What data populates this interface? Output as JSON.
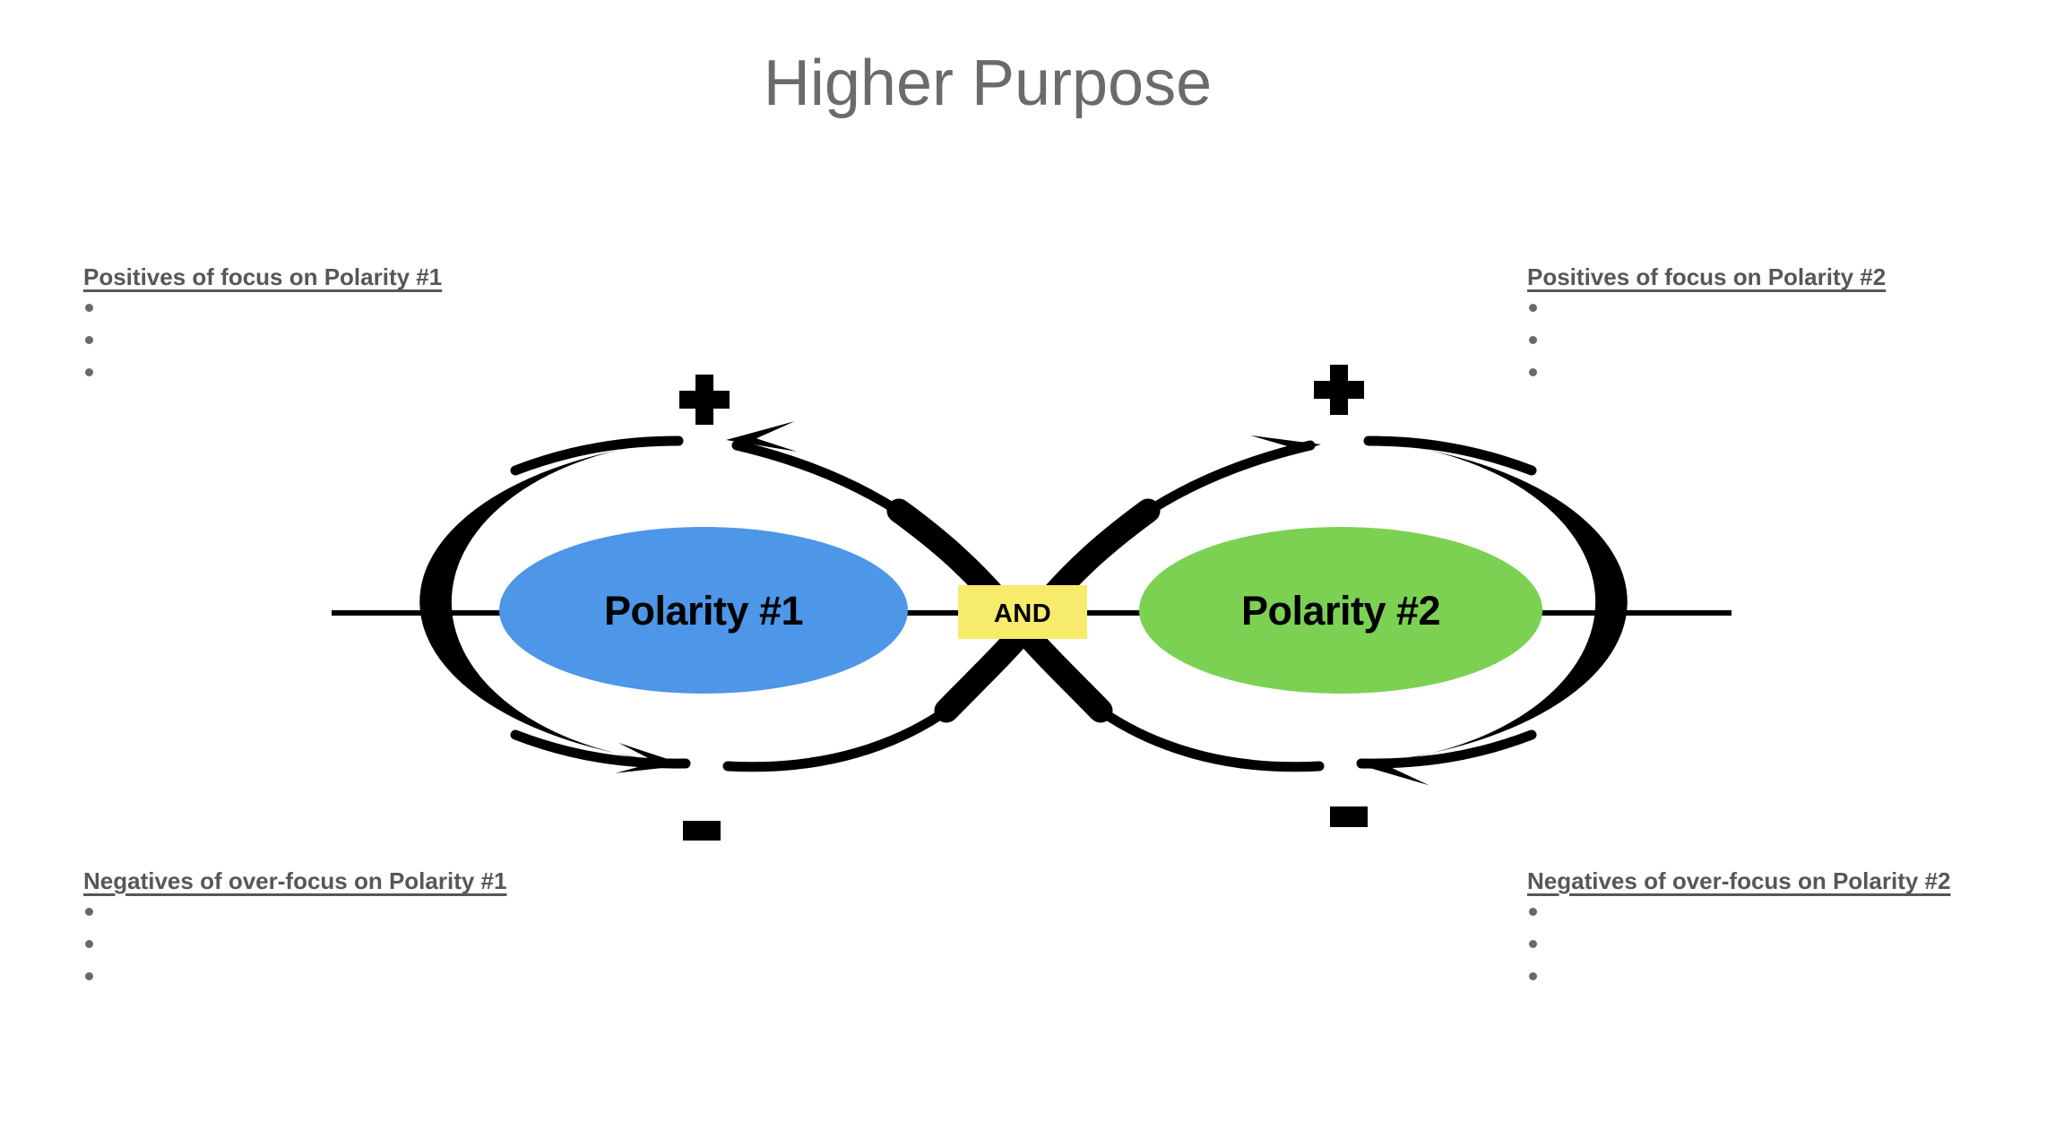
{
  "title": "Higher Purpose",
  "quadrants": {
    "top_left": {
      "heading": "Positives of focus on Polarity #1"
    },
    "top_right": {
      "heading": "Positives of focus on Polarity #2"
    },
    "bottom_left": {
      "heading": "Negatives of over-focus on Polarity #1"
    },
    "bottom_right": {
      "heading": "Negatives of over-focus on Polarity #2"
    }
  },
  "bullets_per_quadrant": 3,
  "poles": {
    "left": {
      "label": "Polarity #1",
      "fill": "#4D96E8"
    },
    "right": {
      "label": "Polarity #2",
      "fill": "#7CD153"
    }
  },
  "conjunction": {
    "label": "AND",
    "fill": "#F7EB6C"
  },
  "signs": {
    "upper": "+",
    "lower": "−"
  },
  "colors": {
    "title_gray": "#6B6B6B",
    "heading_gray": "#575757",
    "diagram_black": "#000000"
  }
}
